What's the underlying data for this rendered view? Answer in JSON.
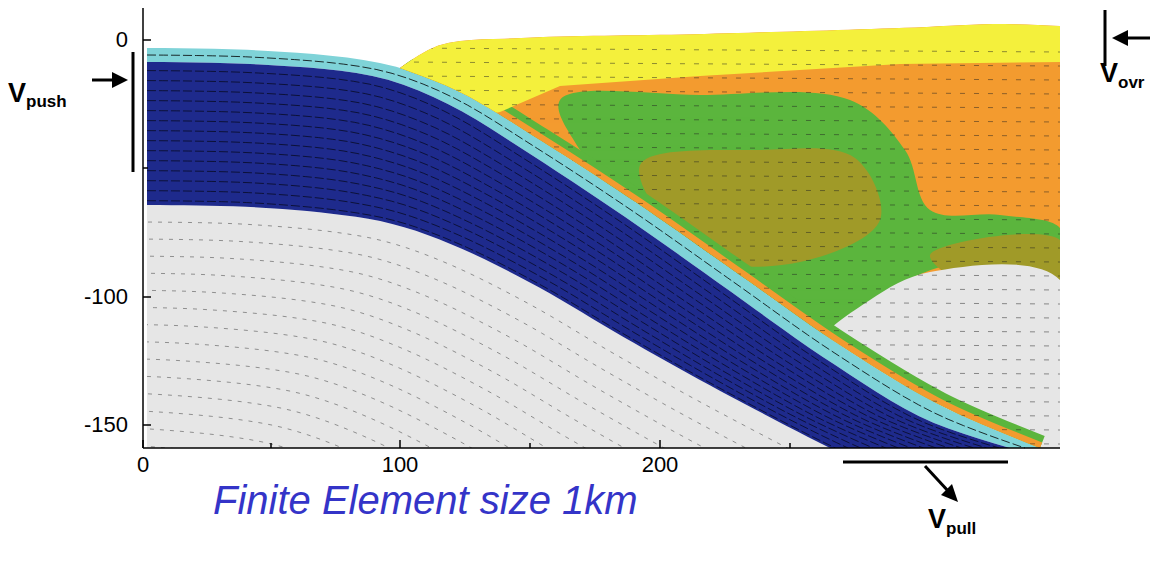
{
  "diagram": {
    "caption": "Finite Element size 1km",
    "labels": [
      "0",
      "-100",
      "-150",
      "0",
      "100",
      "200",
      "Vpush",
      "Vovr",
      "Vpull"
    ]
  }
}
